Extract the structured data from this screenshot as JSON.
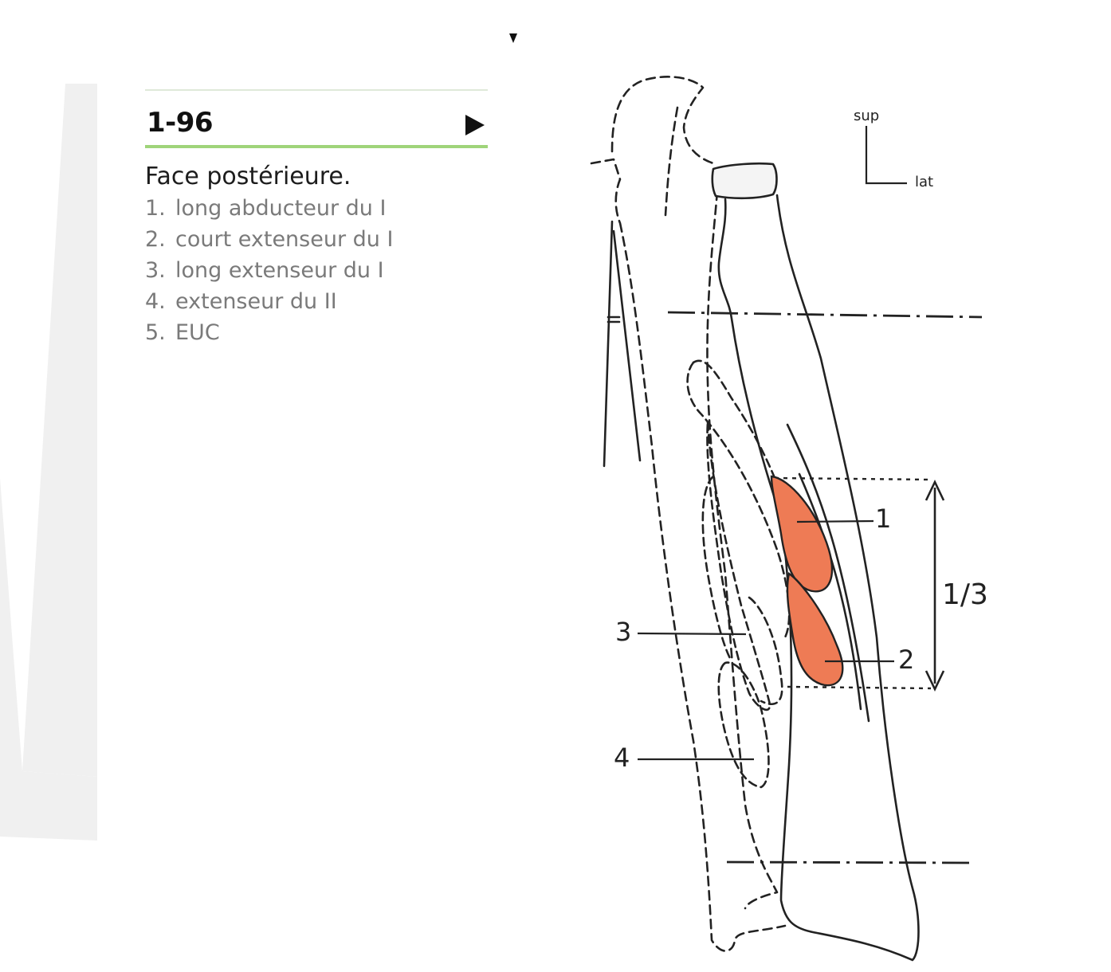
{
  "figure": {
    "number": "1-96",
    "title": "Face postérieure.",
    "legend": [
      {
        "num": "1.",
        "text": "long abducteur du I"
      },
      {
        "num": "2.",
        "text": "court extenseur du I"
      },
      {
        "num": "3.",
        "text": "long extenseur du I"
      },
      {
        "num": "4.",
        "text": "extenseur du II"
      },
      {
        "num": "5.",
        "text": "EUC"
      }
    ]
  },
  "orientation": {
    "up": "sup",
    "right": "lat"
  },
  "labels": {
    "l1": "1",
    "l2": "2",
    "l3": "3",
    "l4": "4",
    "fraction": "1/3"
  },
  "colors": {
    "muscle": "#ee7b55",
    "accent_rule": "#9fd47a",
    "background_shape": "#f0f0f0"
  }
}
